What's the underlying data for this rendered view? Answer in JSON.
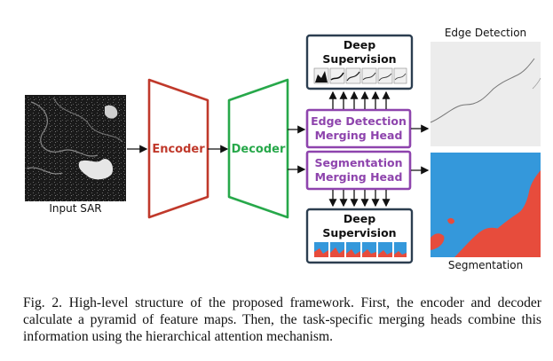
{
  "figure": {
    "input_label": "Input SAR",
    "encoder_label": "Encoder",
    "decoder_label": "Decoder",
    "edge_head_label": [
      "Edge Detection",
      "Merging Head"
    ],
    "seg_head_label": [
      "Segmentation",
      "Merging Head"
    ],
    "deep_supervision_label": [
      "Deep",
      "Supervision"
    ],
    "edge_output_label": "Edge Detection",
    "seg_output_label": "Segmentation",
    "colors": {
      "encoder": "#c0392b",
      "decoder": "#27a84a",
      "head": "#8e44ad",
      "supervision_box": "#2c3e50",
      "water": "#3498db",
      "land": "#e74c3c"
    }
  },
  "caption": "Fig. 2.  High-level structure of the proposed framework. First, the encoder and decoder calculate a pyramid of feature maps. Then, the task-specific merging heads combine this information using the hierarchical attention mechanism."
}
